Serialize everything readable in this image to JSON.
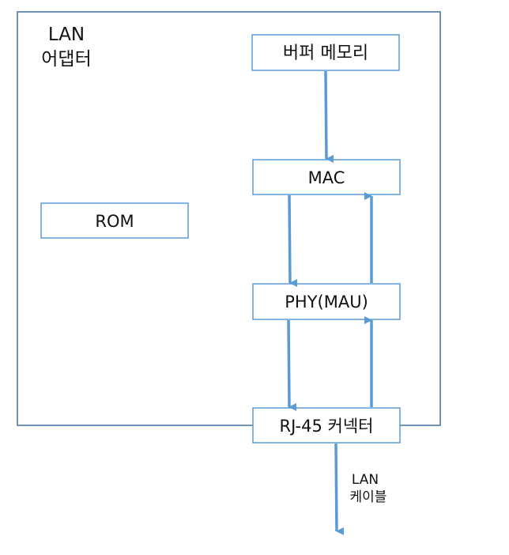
{
  "adapter": {
    "title_line1": "LAN",
    "title_line2": "어댑터"
  },
  "blocks": {
    "buffer": "버퍼 메모리",
    "mac": "MAC",
    "rom": "ROM",
    "phy": "PHY(MAU)",
    "rj45": "RJ-45 커넥터"
  },
  "cable": {
    "line1": "LAN",
    "line2": "케이블"
  },
  "colors": {
    "border": "#41719c",
    "box_border": "#5b9bd5",
    "arrow": "#5b9bd5"
  }
}
